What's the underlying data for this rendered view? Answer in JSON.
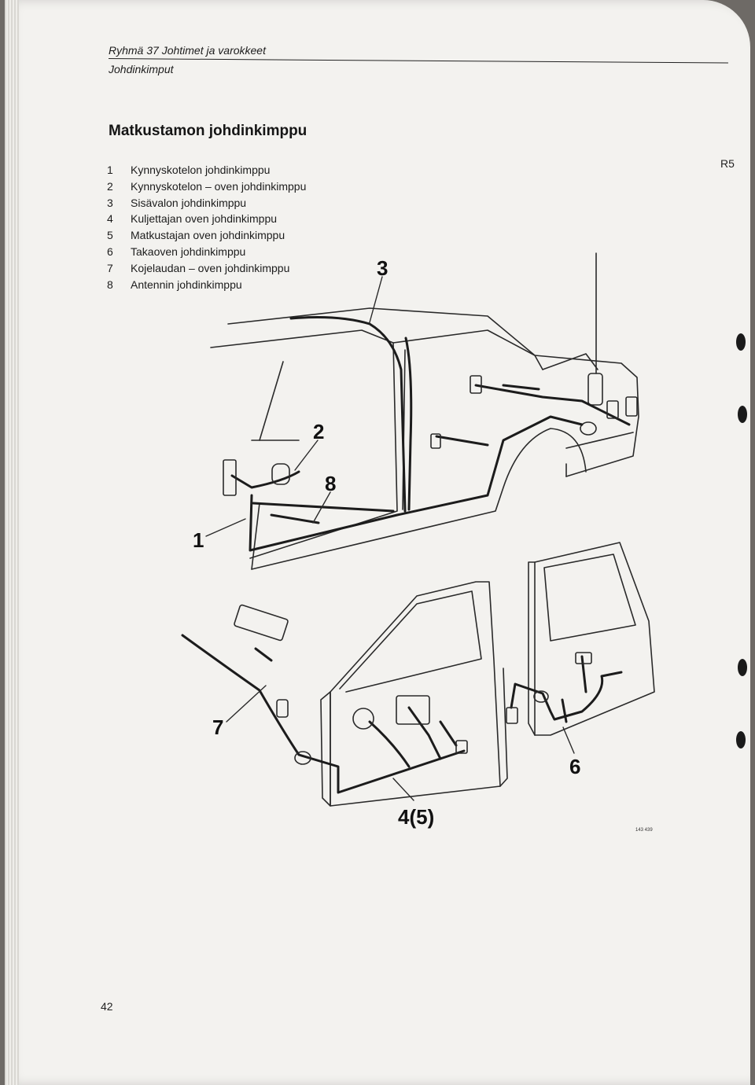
{
  "header": {
    "group_line": "Ryhmä 37 Johtimet ja varokkeet",
    "subsection": "Johdinkimput"
  },
  "section_code": "R5",
  "title": "Matkustamon johdinkimppu",
  "legend": [
    {
      "num": "1",
      "text": "Kynnyskotelon johdinkimppu"
    },
    {
      "num": "2",
      "text": "Kynnyskotelon – oven johdinkimppu"
    },
    {
      "num": "3",
      "text": "Sisävalon johdinkimppu"
    },
    {
      "num": "4",
      "text": "Kuljettajan oven johdinkimppu"
    },
    {
      "num": "5",
      "text": "Matkustajan oven johdinkimppu"
    },
    {
      "num": "6",
      "text": "Takaoven johdinkimppu"
    },
    {
      "num": "7",
      "text": "Kojelaudan – oven johdinkimppu"
    },
    {
      "num": "8",
      "text": "Antennin johdinkimppu"
    }
  ],
  "callouts": {
    "c1": "1",
    "c2": "2",
    "c3": "3",
    "c6": "6",
    "c7": "7",
    "c8": "8",
    "c45": "4(5)"
  },
  "figure_code": "143 439",
  "page_number": "42"
}
